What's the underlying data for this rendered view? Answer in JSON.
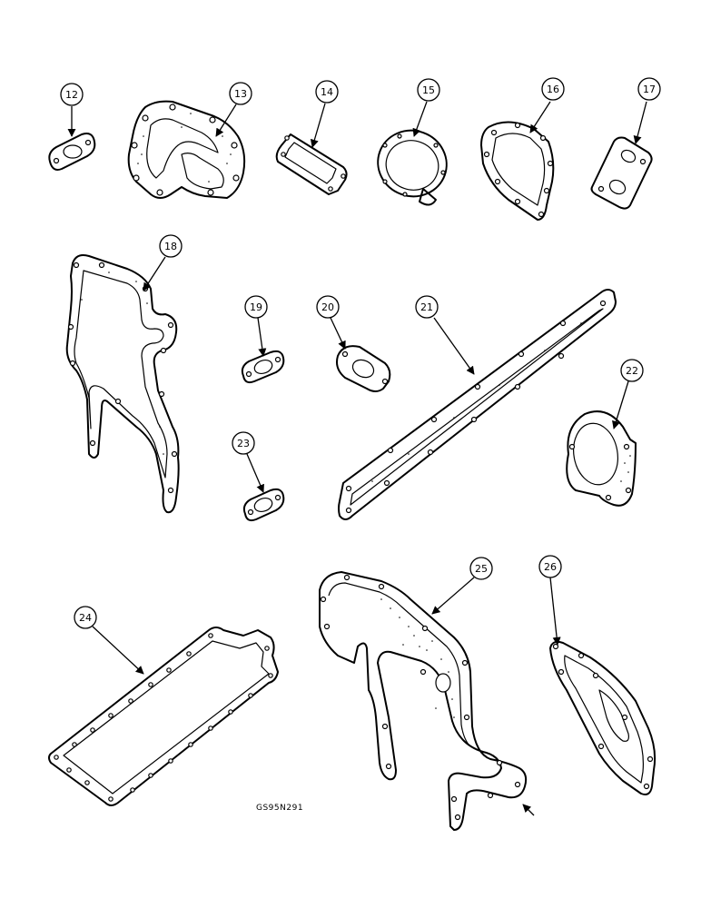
{
  "callouts": [
    {
      "id": "12"
    },
    {
      "id": "13"
    },
    {
      "id": "14"
    },
    {
      "id": "15"
    },
    {
      "id": "16"
    },
    {
      "id": "17"
    },
    {
      "id": "18"
    },
    {
      "id": "19"
    },
    {
      "id": "20"
    },
    {
      "id": "21"
    },
    {
      "id": "22"
    },
    {
      "id": "23"
    },
    {
      "id": "24"
    },
    {
      "id": "25"
    },
    {
      "id": "26"
    }
  ],
  "drawing_code": "GS95N291"
}
